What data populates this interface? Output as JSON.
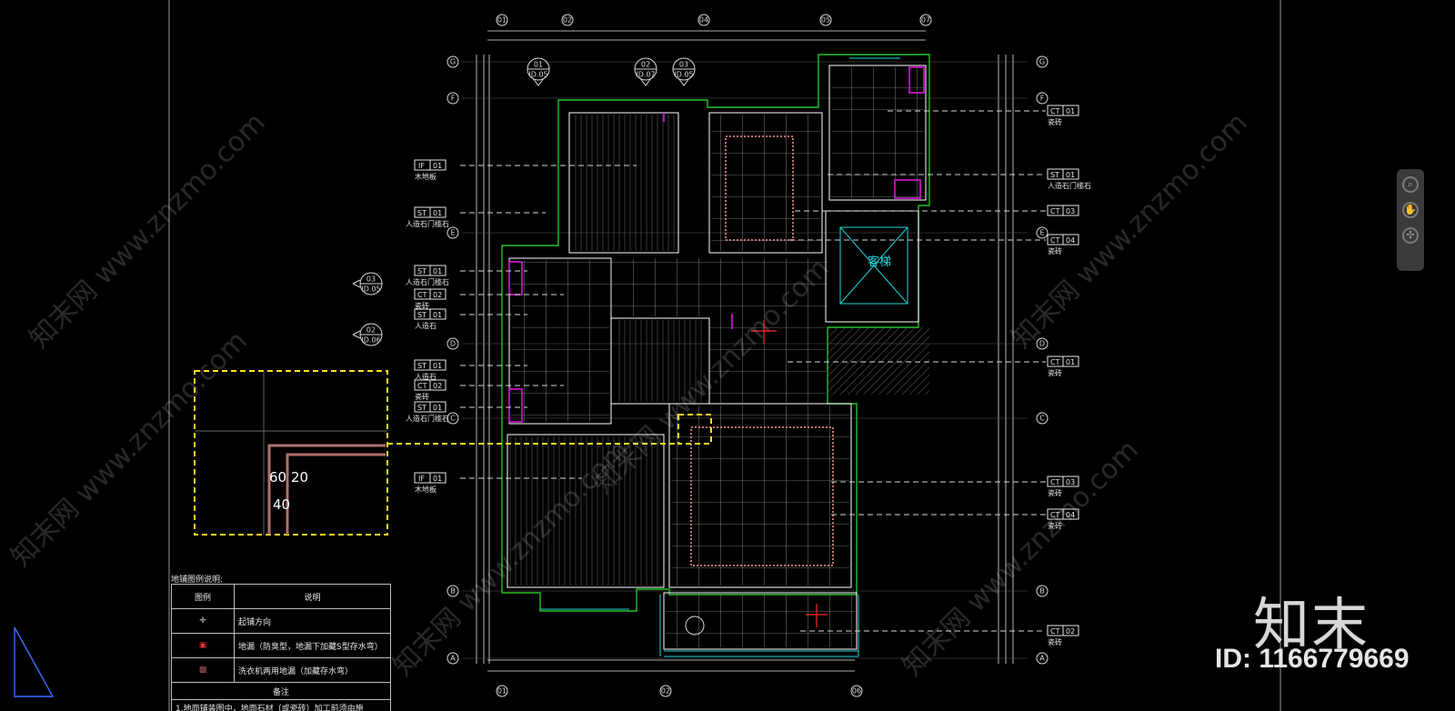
{
  "watermark": {
    "site": "知末网 www.znzmo.com",
    "logo": "知末",
    "id_text": "ID: 1166779669"
  },
  "axes_top": [
    "01",
    "02",
    "04",
    "05",
    "07"
  ],
  "axes_bottom": [
    "01",
    "02",
    "06"
  ],
  "axes_left": [
    "G",
    "F",
    "E",
    "D",
    "C",
    "B",
    "A"
  ],
  "axes_right": [
    "G",
    "F",
    "E",
    "D",
    "C",
    "B",
    "A"
  ],
  "left_tags": [
    {
      "code": "IF",
      "num": "01",
      "sub": "木地板"
    },
    {
      "code": "ST",
      "num": "01",
      "sub": "人造石门槛石"
    },
    {
      "code": "ST",
      "num": "01",
      "sub": "人造石门槛石"
    },
    {
      "code": "CT",
      "num": "02",
      "sub": "瓷砖"
    },
    {
      "code": "ST",
      "num": "01",
      "sub": "人造石"
    },
    {
      "code": "ST",
      "num": "01",
      "sub": "人造石"
    },
    {
      "code": "CT",
      "num": "02",
      "sub": "瓷砖"
    },
    {
      "code": "ST",
      "num": "01",
      "sub": "人造石门槛石"
    },
    {
      "code": "IF",
      "num": "01",
      "sub": "木地板"
    }
  ],
  "right_tags": [
    {
      "code": "CT",
      "num": "01",
      "sub": "瓷砖"
    },
    {
      "code": "ST",
      "num": "01",
      "sub": "人造石门槛石"
    },
    {
      "code": "CT",
      "num": "03",
      "sub": ""
    },
    {
      "code": "CT",
      "num": "04",
      "sub": "瓷砖"
    },
    {
      "code": "CT",
      "num": "01",
      "sub": "瓷砖"
    },
    {
      "code": "CT",
      "num": "03",
      "sub": "瓷砖"
    },
    {
      "code": "CT",
      "num": "04",
      "sub": "瓷砖"
    },
    {
      "code": "CT",
      "num": "02",
      "sub": "瓷砖"
    }
  ],
  "section_marks": [
    {
      "top": "01",
      "bottom": "ID.05"
    },
    {
      "top": "02",
      "bottom": "ID.07"
    },
    {
      "top": "03",
      "bottom": "ID.05"
    },
    {
      "top": "03",
      "bottom": "ID.05"
    },
    {
      "top": "02",
      "bottom": "ID.06"
    }
  ],
  "room_label_elevator": "客梯",
  "detail_dims": {
    "a": "60",
    "b": "20",
    "c": "40"
  },
  "legend": {
    "title": "地铺图例说明:",
    "col1": "图例",
    "col2": "说明",
    "rows": [
      {
        "desc": "起铺方向"
      },
      {
        "desc": "地漏（防臭型，地漏下加藏S型存水弯）"
      },
      {
        "desc": "洗衣机两用地漏（加藏存水弯）"
      }
    ],
    "note_title": "备注",
    "note_1": "1.地面铺装图中，地面石材（或瓷砖）加工前须由施"
  },
  "colors": {
    "wall": "#22c02a",
    "accent_magenta": "#d21cd2",
    "accent_cyan": "#1ed5d5",
    "highlight": "#ffe020",
    "background": "#000000"
  },
  "toolbar_icons": [
    "zoom-icon",
    "pan-hand-icon",
    "orbit-icon"
  ]
}
